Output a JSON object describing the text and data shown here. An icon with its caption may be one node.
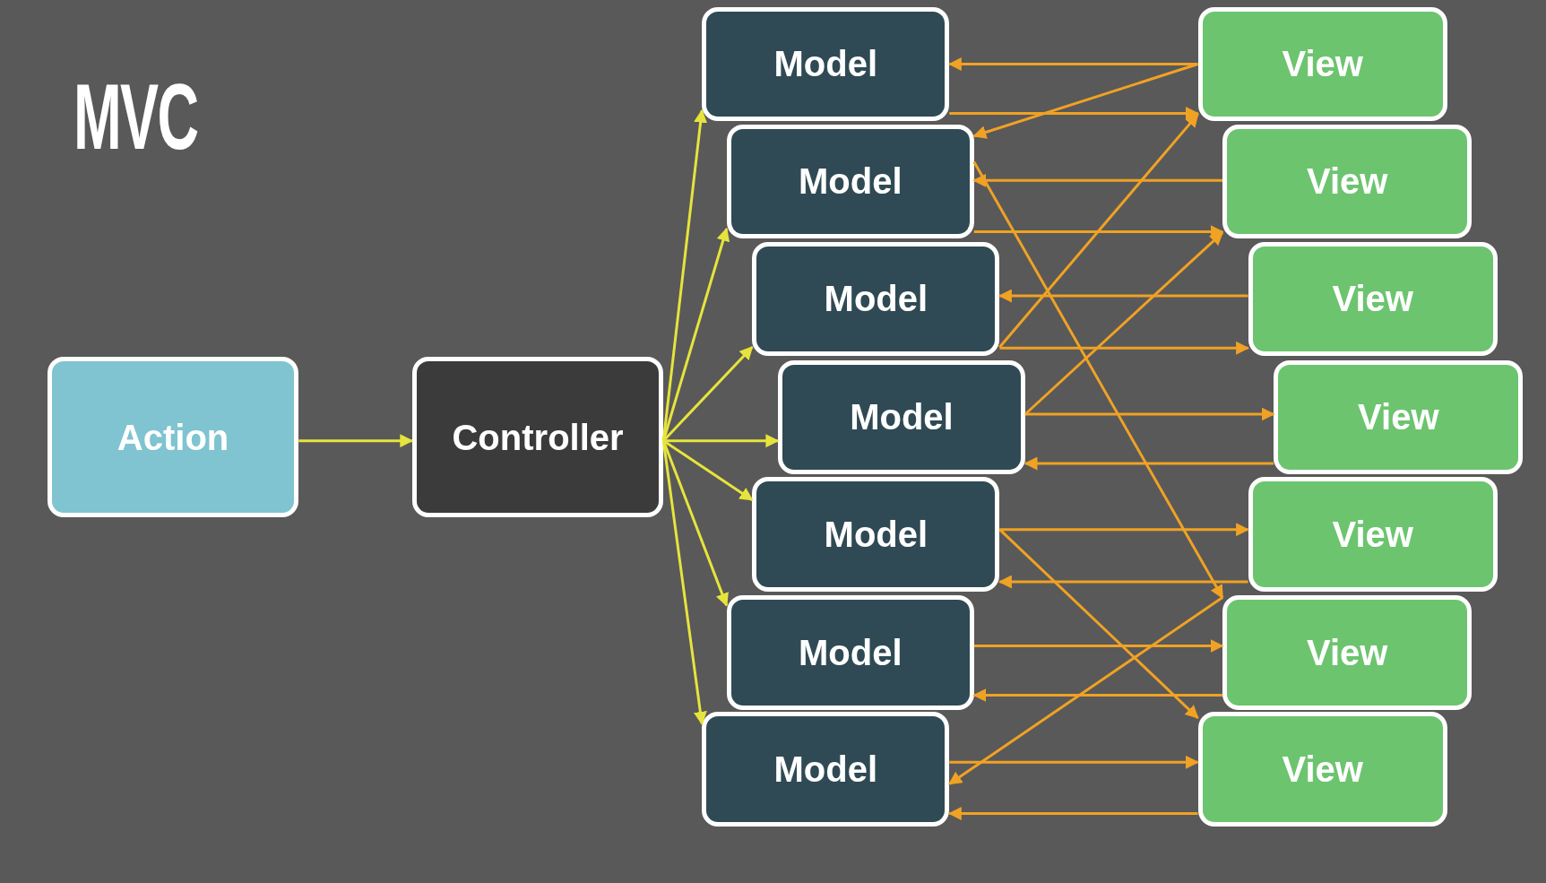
{
  "diagram": {
    "title": "MVC",
    "nodes": [
      {
        "text": [
          "Action"
        ]
      },
      {
        "text": [
          "Controller"
        ]
      },
      {
        "text": [
          "Model"
        ]
      },
      {
        "text": [
          "Model"
        ]
      },
      {
        "text": [
          "Model"
        ]
      },
      {
        "text": [
          "Model"
        ]
      },
      {
        "text": [
          "Model"
        ]
      },
      {
        "text": [
          "Model"
        ]
      },
      {
        "text": [
          "Model"
        ]
      },
      {
        "text": [
          "View"
        ]
      },
      {
        "text": [
          "View"
        ]
      },
      {
        "text": [
          "View"
        ]
      },
      {
        "text": [
          "View"
        ]
      },
      {
        "text": [
          "View"
        ]
      },
      {
        "text": [
          "View"
        ]
      },
      {
        "text": [
          "View"
        ]
      }
    ],
    "edges": [
      {
        "from": 0,
        "to": 1,
        "arrow": "to",
        "color": "#e6e43c"
      },
      {
        "from": 1,
        "to": 2,
        "arrow": "to",
        "color": "#e6e43c"
      },
      {
        "from": 1,
        "to": 3,
        "arrow": "to",
        "color": "#e6e43c"
      },
      {
        "from": 1,
        "to": 4,
        "arrow": "to",
        "color": "#e6e43c"
      },
      {
        "from": 1,
        "to": 5,
        "arrow": "to",
        "color": "#e6e43c"
      },
      {
        "from": 1,
        "to": 6,
        "arrow": "to",
        "color": "#e6e43c"
      },
      {
        "from": 1,
        "to": 7,
        "arrow": "to",
        "color": "#e6e43c"
      },
      {
        "from": 1,
        "to": 8,
        "arrow": "to",
        "color": "#e6e43c"
      },
      {
        "from": 9,
        "to": 2,
        "arrow": "to"
      },
      {
        "from": 2,
        "to": 9,
        "arrow": "to"
      },
      {
        "from": 9,
        "to": 3,
        "arrow": "to"
      },
      {
        "from": 10,
        "to": 3,
        "arrow": "to"
      },
      {
        "from": 3,
        "to": 10,
        "arrow": "to"
      },
      {
        "from": 3,
        "to": 14,
        "arrow": "to"
      },
      {
        "from": 11,
        "to": 4,
        "arrow": "to"
      },
      {
        "from": 4,
        "to": 11,
        "arrow": "to"
      },
      {
        "from": 4,
        "to": 9,
        "arrow": "to"
      },
      {
        "from": 5,
        "to": 12,
        "arrow": "to"
      },
      {
        "from": 12,
        "to": 5,
        "arrow": "to"
      },
      {
        "from": 5,
        "to": 10,
        "arrow": "to"
      },
      {
        "from": 6,
        "to": 13,
        "arrow": "to"
      },
      {
        "from": 13,
        "to": 6,
        "arrow": "to"
      },
      {
        "from": 6,
        "to": 15,
        "arrow": "to"
      },
      {
        "from": 7,
        "to": 14,
        "arrow": "to"
      },
      {
        "from": 14,
        "to": 7,
        "arrow": "to"
      },
      {
        "from": 14,
        "to": 8,
        "arrow": "to"
      },
      {
        "from": 8,
        "to": 15,
        "arrow": "to"
      },
      {
        "from": 15,
        "to": 8,
        "arrow": "to"
      }
    ]
  }
}
